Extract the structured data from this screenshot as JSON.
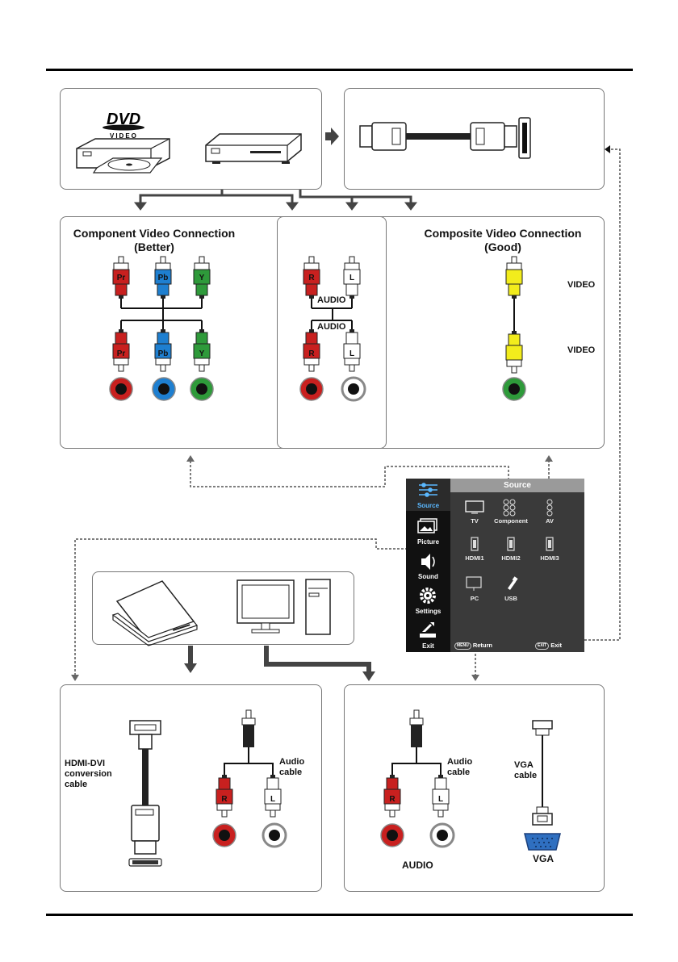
{
  "sections": {
    "component": {
      "title_line1": "Component Video Connection",
      "title_line2": "(Better)"
    },
    "composite": {
      "title_line1": "Composite Video Connection",
      "title_line2": "(Good)"
    }
  },
  "plug_labels": {
    "pr": "Pr",
    "pb": "Pb",
    "y": "Y",
    "r": "R",
    "l": "L",
    "dvd_logo": "DVD",
    "dvd_video": "VIDEO"
  },
  "labels": {
    "audio": "AUDIO",
    "video": "VIDEO",
    "hdmi_dvi_line1": "HDMI-DVI",
    "hdmi_dvi_line2": "conversion",
    "hdmi_dvi_line3": "cable",
    "audio_cable_line1": "Audio",
    "audio_cable_line2": "cable",
    "vga_cable_line1": "VGA",
    "vga_cable_line2": "cable",
    "vga": "VGA"
  },
  "menu": {
    "header": "Source",
    "side_items": [
      "Source",
      "Picture",
      "Sound",
      "Settings",
      "Exit"
    ],
    "sources": [
      "TV",
      "Component",
      "AV",
      "HDMI1",
      "HDMI2",
      "HDMI3",
      "PC",
      "USB"
    ],
    "footer_return_key": "MENU",
    "footer_return": "Return",
    "footer_exit_key": "EXIT",
    "footer_exit": "Exit"
  },
  "colors": {
    "red": "#c8201f",
    "blue": "#1e7fd0",
    "green": "#2e9a3a",
    "yellow": "#f2ec1c",
    "white_plug": "#ffffff",
    "vga_blue": "#2f6fc0",
    "menu_header": "#9a9a9a",
    "arrow": "#444444"
  }
}
